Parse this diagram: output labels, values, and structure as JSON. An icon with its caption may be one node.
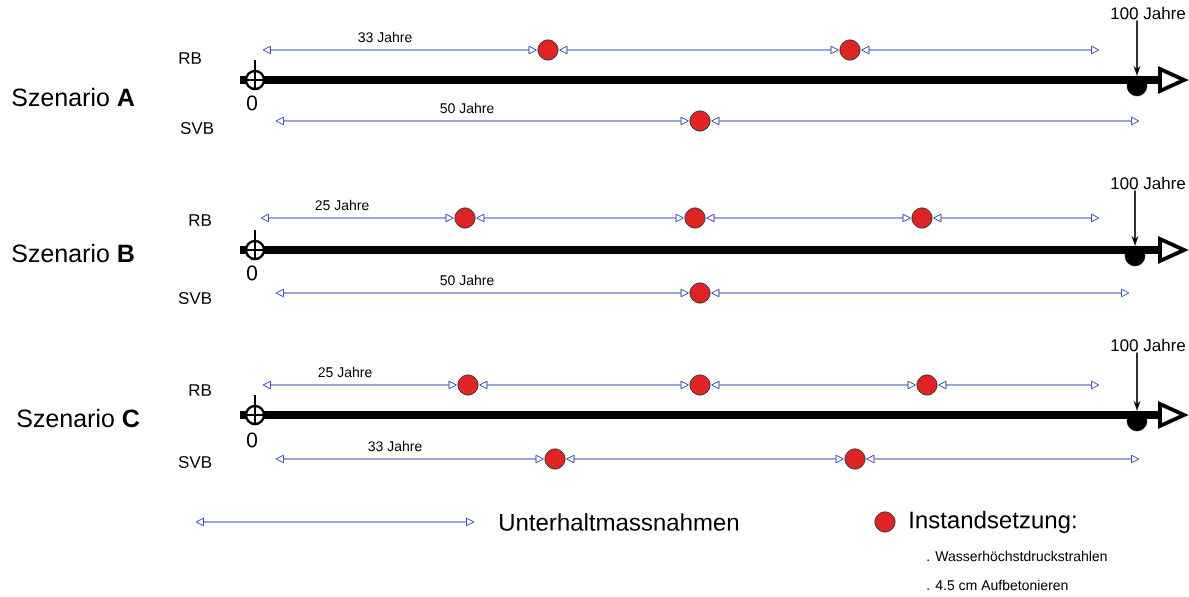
{
  "diagram": {
    "nodes": [
      {
        "text": [
          "100 Jahre"
        ]
      },
      {
        "text": [],
        "shape": "circle"
      },
      {
        "text": [],
        "shape": "circle"
      },
      {
        "text": [],
        "shape": "circle"
      },
      {
        "text": [],
        "shape": "circle"
      },
      {
        "text": [
          "100 Jahre"
        ]
      },
      {
        "text": [],
        "shape": "circle"
      },
      {
        "text": [],
        "shape": "circle"
      },
      {
        "text": [],
        "shape": "circle"
      },
      {
        "text": [],
        "shape": "circle"
      },
      {
        "text": [],
        "shape": "circle"
      },
      {
        "text": [
          "100 Jahre"
        ]
      },
      {
        "text": [],
        "shape": "circle"
      },
      {
        "text": [],
        "shape": "circle"
      },
      {
        "text": [],
        "shape": "circle"
      },
      {
        "text": [],
        "shape": "circle"
      },
      {
        "text": [],
        "shape": "circle"
      },
      {
        "text": [],
        "shape": "circle"
      }
    ],
    "edges": [
      {
        "from": null,
        "to": 1,
        "arrow": "both",
        "label": "33 Jahre"
      },
      {
        "from": 1,
        "to": 2,
        "arrow": "both"
      },
      {
        "from": 2,
        "to": null,
        "arrow": "both"
      },
      {
        "from": 0,
        "to": 3,
        "arrow": "to",
        "color": "#000000"
      },
      {
        "from": null,
        "to": 4,
        "arrow": "both",
        "label": "50 Jahre"
      },
      {
        "from": 4,
        "to": null,
        "arrow": "both"
      },
      {
        "from": null,
        "to": 6,
        "arrow": "both",
        "label": "25 Jahre"
      },
      {
        "from": 6,
        "to": 7,
        "arrow": "both"
      },
      {
        "from": 7,
        "to": 8,
        "arrow": "both"
      },
      {
        "from": 8,
        "to": null,
        "arrow": "both"
      },
      {
        "from": 5,
        "to": 9,
        "arrow": "to",
        "color": "#000000"
      },
      {
        "from": null,
        "to": 10,
        "arrow": "both",
        "label": "50 Jahre"
      },
      {
        "from": 10,
        "to": null,
        "arrow": "both"
      },
      {
        "from": null,
        "to": 12,
        "arrow": "both",
        "label": "25 Jahre"
      },
      {
        "from": 12,
        "to": 13,
        "arrow": "both"
      },
      {
        "from": 13,
        "to": 14,
        "arrow": "both"
      },
      {
        "from": 14,
        "to": null,
        "arrow": "both"
      },
      {
        "from": 11,
        "to": 15,
        "arrow": "to",
        "color": "#000000"
      },
      {
        "from": null,
        "to": 16,
        "arrow": "both",
        "label": "33 Jahre"
      },
      {
        "from": 16,
        "to": 17,
        "arrow": "both"
      },
      {
        "from": 17,
        "to": null,
        "arrow": "both"
      }
    ],
    "labels": [
      "RB",
      "Szenario **A**",
      "0",
      "SVB",
      "RB",
      "Szenario **B**",
      "0",
      "SVB",
      "RB",
      "Szenario **C**",
      "0",
      "SVB",
      ". Wasserhöchstdruckstrahlen",
      ". 4.5 cm Aufbetonieren"
    ],
    "legend": [
      {
        "text": "Unterhaltmassnahmen"
      },
      {
        "text": "Instandsetzung:",
        "color": "#e02424"
      }
    ]
  }
}
